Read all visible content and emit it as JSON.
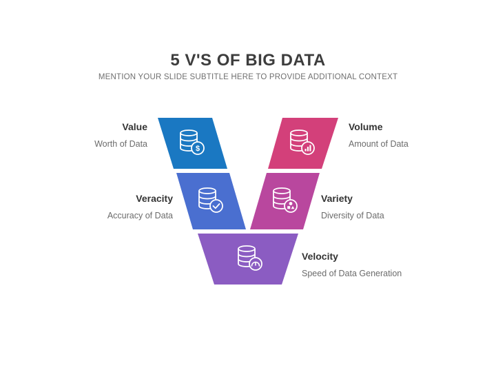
{
  "title": "5 V'S OF BIG DATA",
  "subtitle": "MENTION YOUR SLIDE SUBTITLE HERE TO PROVIDE ADDITIONAL CONTEXT",
  "items": [
    {
      "heading": "Value",
      "desc": "Worth of Data",
      "color": "#1a78c2",
      "icon": "dollar-badge-icon"
    },
    {
      "heading": "Volume",
      "desc": "Amount of Data",
      "color": "#d3407a",
      "icon": "bar-chart-badge-icon"
    },
    {
      "heading": "Veracity",
      "desc": "Accuracy of Data",
      "color": "#4a6fd0",
      "icon": "check-badge-icon"
    },
    {
      "heading": "Variety",
      "desc": "Diversity of Data",
      "color": "#b9479e",
      "icon": "shapes-badge-icon"
    },
    {
      "heading": "Velocity",
      "desc": "Speed of Data Generation",
      "color": "#8b5cc2",
      "icon": "speedometer-badge-icon"
    }
  ]
}
